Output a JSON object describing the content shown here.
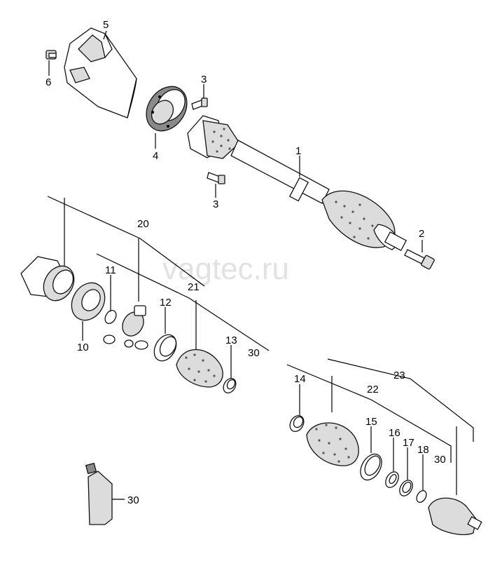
{
  "watermark": "vagtec.ru",
  "callouts": {
    "c1": "1",
    "c2": "2",
    "c3a": "3",
    "c3b": "3",
    "c4": "4",
    "c5": "5",
    "c6": "6",
    "c10": "10",
    "c11": "11",
    "c12": "12",
    "c13": "13",
    "c14": "14",
    "c15": "15",
    "c16": "16",
    "c17": "17",
    "c18": "18",
    "c20": "20",
    "c21": "21",
    "c22": "22",
    "c23": "23",
    "c30a": "30",
    "c30b": "30",
    "c30c": "30"
  }
}
